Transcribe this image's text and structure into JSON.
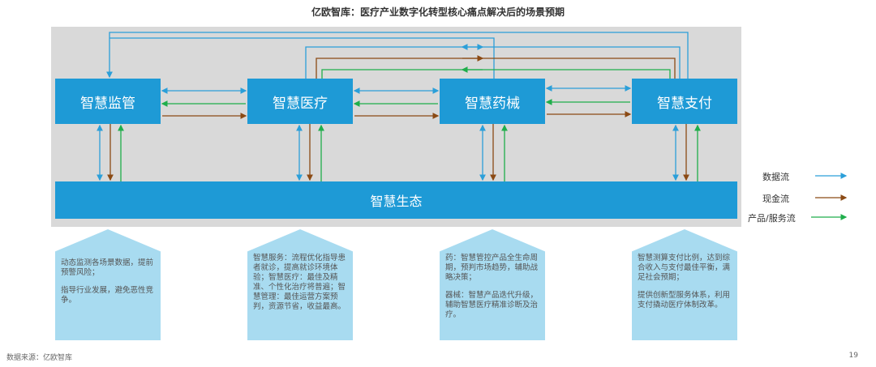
{
  "title": "亿欧智库：医疗产业数字化转型核心痛点解决后的场景预期",
  "boxes": [
    "智慧监管",
    "智慧医疗",
    "智慧药械",
    "智慧支付"
  ],
  "ecosystem": "智慧生态",
  "legend": [
    {
      "label": "数据流",
      "color": "#2b9fd9"
    },
    {
      "label": "现金流",
      "color": "#8b4a14"
    },
    {
      "label": "产品/服务流",
      "color": "#1fae4b"
    }
  ],
  "callouts": [
    [
      "动态监测各场景数据，提前预警风险；",
      "指导行业发展，避免恶性竞争。"
    ],
    [
      "智慧服务：流程优化指导患者就诊，提高就诊环境体验；智慧医疗：最佳及精准、个性化治疗将普遍；智慧管理：最佳运营方案预判，资源节省，收益最高。"
    ],
    [
      "药：智慧管控产品全生命周期，预判市场趋势，辅助战略决策；",
      "器械：智慧产品迭代升级，辅助智慧医疗精准诊断及治疗。"
    ],
    [
      "智慧测算支付比例，达到综合收入与支付最佳平衡，满足社会预期；",
      "提供创新型服务体系，利用支付撬动医疗体制改革。"
    ]
  ],
  "source": "数据来源：亿欧智库",
  "page_number": "19"
}
